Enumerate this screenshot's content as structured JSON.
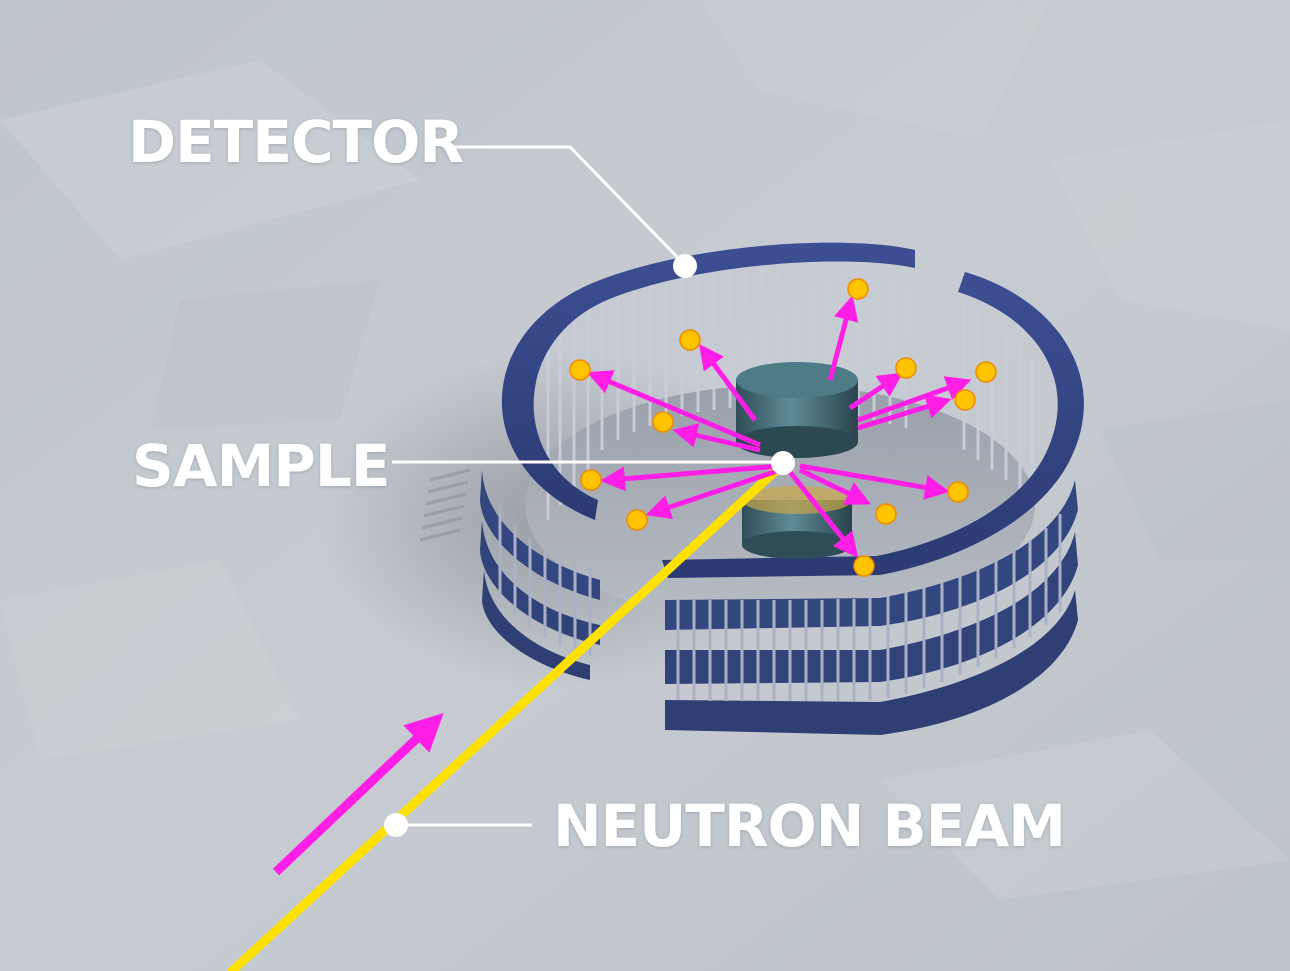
{
  "labels": {
    "detector": "DETECTOR",
    "sample": "SAMPLE",
    "neutron_beam": "NEUTRON BEAM"
  },
  "colors": {
    "background": "#c3c8ce",
    "detector_ring": "#33437f",
    "detector_blade": "#a9b0c4",
    "sample": "#4f7b86",
    "beam": "#ffe100",
    "arrow": "#ff1ee6",
    "particle": "#ffc400",
    "label": "#ffffff"
  }
}
